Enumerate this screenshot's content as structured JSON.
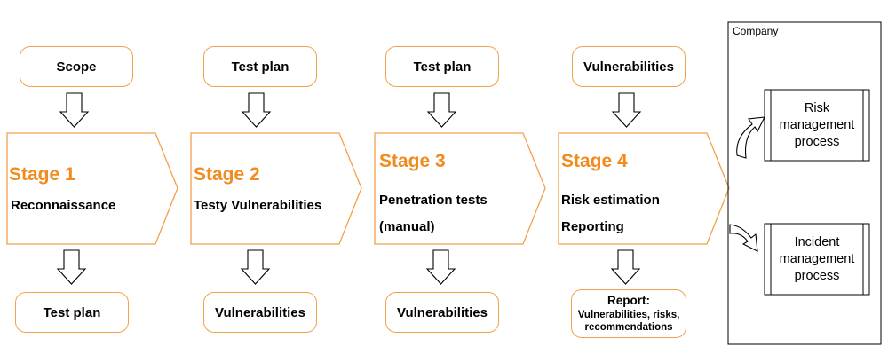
{
  "stages": [
    {
      "input": "Scope",
      "label": "Stage 1",
      "desc": [
        "Reconnaissance"
      ],
      "output": "Test plan"
    },
    {
      "input": "Test plan",
      "label": "Stage 2",
      "desc": [
        "Testy Vulnerabilities"
      ],
      "output": "Vulnerabilities"
    },
    {
      "input": "Test plan",
      "label": "Stage 3",
      "desc": [
        "Penetration tests",
        "(manual)"
      ],
      "output": "Vulnerabilities"
    },
    {
      "input": "Vulnerabilities",
      "label": "Stage 4",
      "desc": [
        "Risk estimation",
        "Reporting"
      ],
      "output_title": "Report:",
      "output_lines": [
        "Vulnerabilities, risks,",
        "recommendations"
      ]
    }
  ],
  "company": {
    "label": "Company",
    "processes": [
      "Risk management process",
      "Incident management process"
    ]
  },
  "colors": {
    "accent": "#f28a1e",
    "border": "#f3a04a",
    "arrow_stroke": "#000000",
    "arrow_fill": "#ffffff"
  }
}
